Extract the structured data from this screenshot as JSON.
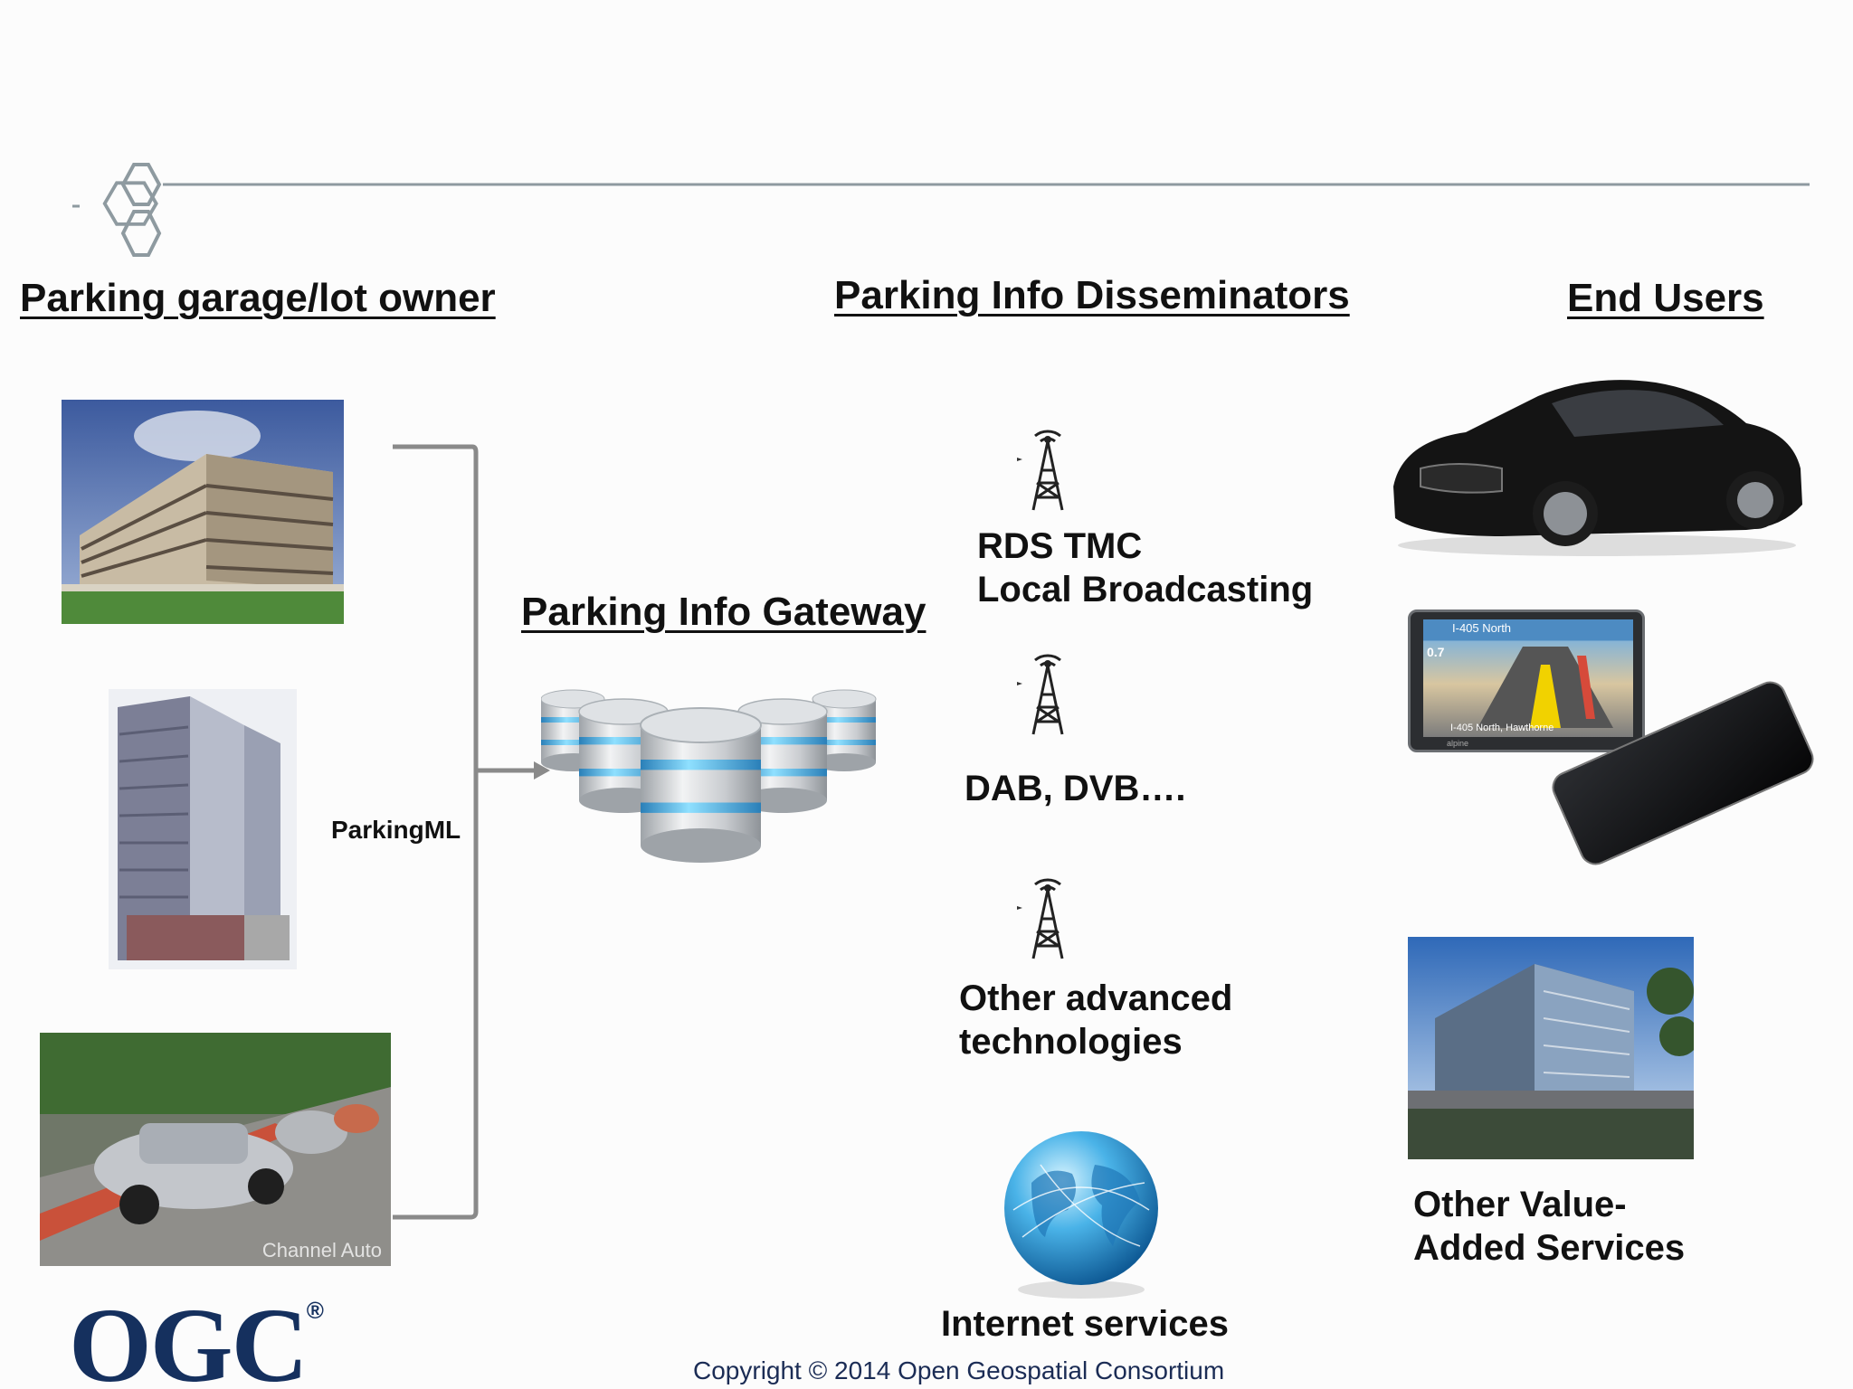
{
  "headings": {
    "owner": "Parking garage/lot owner",
    "disseminators": "Parking Info Disseminators",
    "end_users": "End Users",
    "gateway": "Parking Info Gateway"
  },
  "connector_label": "ParkingML",
  "photo_watermark": "Channel Auto",
  "disseminators": {
    "rds": [
      "RDS TMC",
      "Local Broadcasting"
    ],
    "dab": "DAB, DVB….",
    "other_tech": [
      "Other advanced",
      "technologies"
    ],
    "internet": "Internet services"
  },
  "end_users": {
    "other_services": [
      "Other Value-",
      "Added Services"
    ]
  },
  "navigation_screen": {
    "road": "I-405 North",
    "distance": "0.7",
    "street": "I-405 North, Hawthorne",
    "brand": "alpine"
  },
  "logo": {
    "text": "OGC",
    "mark": "®"
  },
  "copyright": "Copyright ©  2014 Open Geospatial Consortium",
  "colors": {
    "logo_blue": "#15305e",
    "line_gray": "#8e9aa0",
    "connector_gray": "#8a8a8a"
  }
}
